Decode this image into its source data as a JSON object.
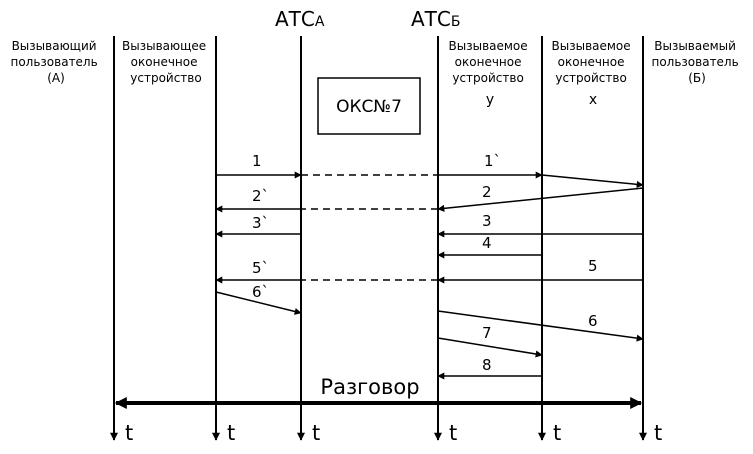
{
  "stations": {
    "a_name": "АТС",
    "a_sub": "А",
    "b_name": "АТС",
    "b_sub": "Б"
  },
  "columns": [
    {
      "id": "caller-user",
      "lines": [
        "Вызывающий",
        "пользователь",
        "(А)"
      ]
    },
    {
      "id": "caller-terminal",
      "lines": [
        "Вызывающее",
        "оконечное",
        "устройство"
      ]
    },
    {
      "id": "called-terminal-y",
      "lines": [
        "Вызываемое",
        "оконечное",
        "устройство",
        "y"
      ]
    },
    {
      "id": "called-terminal-x",
      "lines": [
        "Вызываемое",
        "оконечное",
        "устройство",
        "x"
      ]
    },
    {
      "id": "called-user",
      "lines": [
        "Вызываемый",
        "пользователь",
        "(Б)"
      ]
    }
  ],
  "signaling_box": "ОКС№7",
  "messages": [
    {
      "label": "1",
      "style": "solid"
    },
    {
      "label": "1`",
      "style": "solid"
    },
    {
      "label": "2",
      "style": "solid"
    },
    {
      "label": "2`",
      "style": "dashed"
    },
    {
      "label": "3",
      "style": "solid"
    },
    {
      "label": "3`",
      "style": "solid"
    },
    {
      "label": "4",
      "style": "solid"
    },
    {
      "label": "5",
      "style": "solid"
    },
    {
      "label": "5`",
      "style": "dashed"
    },
    {
      "label": "6`",
      "style": "solid"
    },
    {
      "label": "6",
      "style": "solid"
    },
    {
      "label": "7",
      "style": "solid"
    },
    {
      "label": "8",
      "style": "solid"
    }
  ],
  "conversation": "Разговор",
  "time_label": "t"
}
